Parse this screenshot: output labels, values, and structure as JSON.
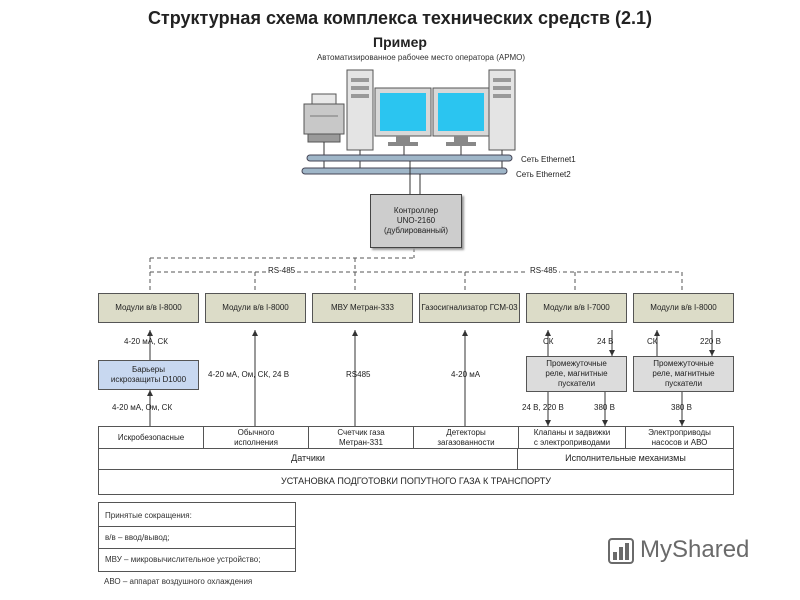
{
  "title": "Структурная схема комплекса технических средств (2.1)",
  "subtitle": "Пример",
  "workstation_label": "Автоматизированное рабочее место оператора (АРМО)",
  "networks": {
    "eth1": "Сеть Ethernet1",
    "eth2": "Сеть Ethernet2"
  },
  "controller": [
    "Контроллер",
    "UNO-2160",
    "(дублированный)"
  ],
  "bus_labels": {
    "left": "RS-485",
    "right": "RS-485"
  },
  "modules": [
    "Модули в/в I-8000",
    "Модули в/в I-8000",
    "МВУ Метран-333",
    "Газосигнализатор ГСМ-03",
    "Модули в/в I-7000",
    "Модули в/в I-8000"
  ],
  "signals": {
    "m1_top": "4-20 мА, СК",
    "m1_bottom": "4-20 мА, Ом, СК",
    "m2": "4-20 мА, Ом, СК, 24 В",
    "m3": "RS485",
    "m4": "4-20 мА",
    "m5_sk": "СК",
    "m5_24v": "24 В",
    "m5_bottom": "24 В, 220 В",
    "m5_380": "380 В",
    "m6_sk": "СК",
    "m6_220": "220 В",
    "m6_380": "380 В"
  },
  "barrier": [
    "Барьеры",
    "искрозащиты D1000"
  ],
  "relays": [
    [
      "Промежуточные",
      "реле, магнитные",
      "пускатели"
    ],
    [
      "Промежуточные",
      "реле, магнитные",
      "пускатели"
    ]
  ],
  "devices": [
    [
      "Искробезопасные"
    ],
    [
      "Обычного",
      "исполнения"
    ],
    [
      "Счетчик газа",
      "Метран-331"
    ],
    [
      "Детекторы",
      "загазованности"
    ],
    [
      "Клапаны и задвижки",
      "с электроприводами"
    ],
    [
      "Электроприводы",
      "насосов и АВО"
    ]
  ],
  "groups": {
    "sensors": "Датчики",
    "actuators": "Исполнительные механизмы"
  },
  "plant": "УСТАНОВКА ПОДГОТОВКИ ПОПУТНОГО ГАЗА К ТРАНСПОРТУ",
  "abbreviations": {
    "title": "Принятые сокращения:",
    "items": [
      "в/в – ввод/вывод;",
      "МВУ – микровычислительное устройство;",
      "АВО – аппарат воздушного охлаждения"
    ]
  },
  "watermark": "MyShared",
  "colors": {
    "module_fill": "#dcdcc8",
    "barrier_fill": "#c8d8f0",
    "screen": "#2bc5f0",
    "bus": "#9fb6c8"
  }
}
